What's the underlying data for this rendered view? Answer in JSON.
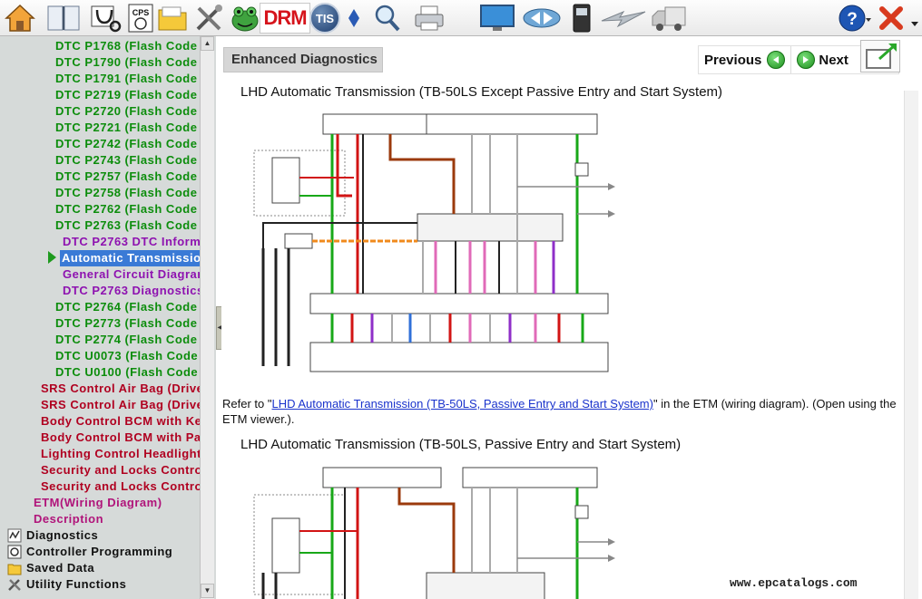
{
  "app": {
    "drm_label": "DRM",
    "tis_label": "TIS"
  },
  "toolbar": {
    "icons": [
      "home-icon",
      "book-icon",
      "stethoscope-icon",
      "cps-icon",
      "folder-icon",
      "tools-icon",
      "frog-icon",
      "drm-icon",
      "tis-icon",
      "arrow-icon",
      "magnifier-icon",
      "printer-icon",
      "monitor-icon",
      "transfer-icon",
      "device-icon",
      "flash-icon",
      "truck-icon",
      "help-icon",
      "close-icon"
    ]
  },
  "tree": {
    "items": [
      {
        "label": "DTC P1768 (Flash Code"
      },
      {
        "label": "DTC P1790 (Flash Code"
      },
      {
        "label": "DTC P1791 (Flash Code"
      },
      {
        "label": "DTC P2719 (Flash Code"
      },
      {
        "label": "DTC P2720 (Flash Code"
      },
      {
        "label": "DTC P2721 (Flash Code"
      },
      {
        "label": "DTC P2742 (Flash Code"
      },
      {
        "label": "DTC P2743 (Flash Code"
      },
      {
        "label": "DTC P2757 (Flash Code"
      },
      {
        "label": "DTC P2758 (Flash Code"
      },
      {
        "label": "DTC P2762 (Flash Code"
      },
      {
        "label": "DTC P2763 (Flash Code"
      },
      {
        "label": "DTC P2763 DTC Inform"
      },
      {
        "label": "Automatic Transmission"
      },
      {
        "label": "General Circuit Diagram"
      },
      {
        "label": "DTC P2763 Diagnostics"
      },
      {
        "label": "DTC P2764 (Flash Code"
      },
      {
        "label": "DTC P2773 (Flash Code"
      },
      {
        "label": "DTC P2774 (Flash Code"
      },
      {
        "label": "DTC U0073 (Flash Code"
      },
      {
        "label": "DTC U0100 (Flash Code"
      },
      {
        "label": "SRS Control Air Bag (Driver"
      },
      {
        "label": "SRS Control Air Bag (Driver"
      },
      {
        "label": "Body Control BCM with Keyl"
      },
      {
        "label": "Body Control BCM with Pas"
      },
      {
        "label": "Lighting Control Headlight A"
      },
      {
        "label": "Security and Locks Control"
      },
      {
        "label": "Security and Locks Control"
      },
      {
        "label": "ETM(Wiring Diagram)"
      },
      {
        "label": "Description"
      }
    ],
    "roots": [
      {
        "label": "Diagnostics"
      },
      {
        "label": "Controller Programming"
      },
      {
        "label": "Saved Data"
      },
      {
        "label": "Utility Functions"
      }
    ]
  },
  "content": {
    "section_title": "Enhanced Diagnostics",
    "previous_label": "Previous",
    "next_label": "Next",
    "heading1": "LHD Automatic Transmission (TB-50LS Except Passive Entry and Start System)",
    "refer_prefix": "Refer to \"",
    "refer_link": "LHD Automatic Transmission (TB-50LS, Passive Entry and Start System)",
    "refer_suffix": "\" in the ETM (wiring diagram). (Open using the ETM viewer.).",
    "heading2": "LHD Automatic Transmission (TB-50LS, Passive Entry and Start System)"
  },
  "watermark": "www.epcatalogs.com",
  "colors": {
    "accent": "#3a7ad6",
    "tree_green": "#0c8d0c",
    "tree_red": "#b00020",
    "tree_purple": "#8e12b0"
  }
}
